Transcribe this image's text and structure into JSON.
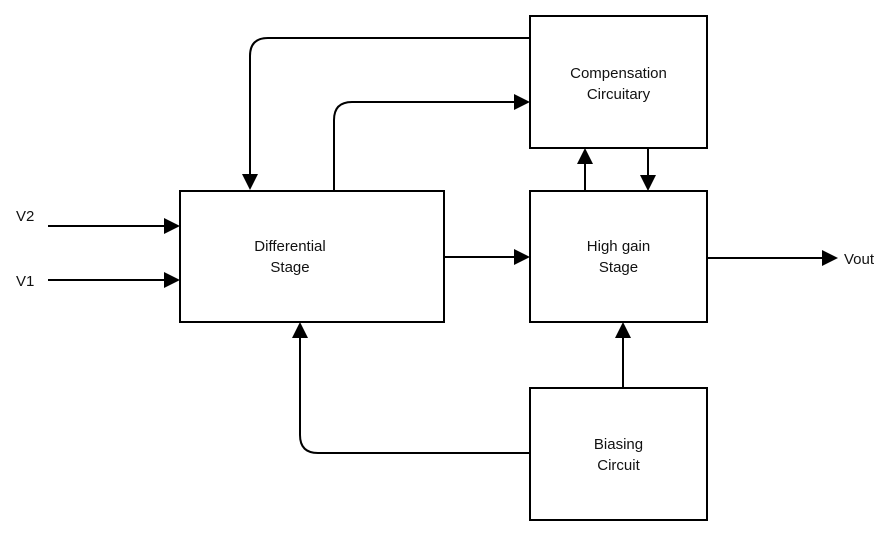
{
  "blocks": {
    "compensation": {
      "line1": "Compensation",
      "line2": "Circuitary"
    },
    "differential": {
      "line1": "Differential",
      "line2": "Stage"
    },
    "high_gain": {
      "line1": "High gain",
      "line2": "Stage"
    },
    "biasing": {
      "line1": "Biasing",
      "line2": "Circuit"
    }
  },
  "signals": {
    "input_top": "V2",
    "input_bottom": "V1",
    "output": "Vout"
  }
}
